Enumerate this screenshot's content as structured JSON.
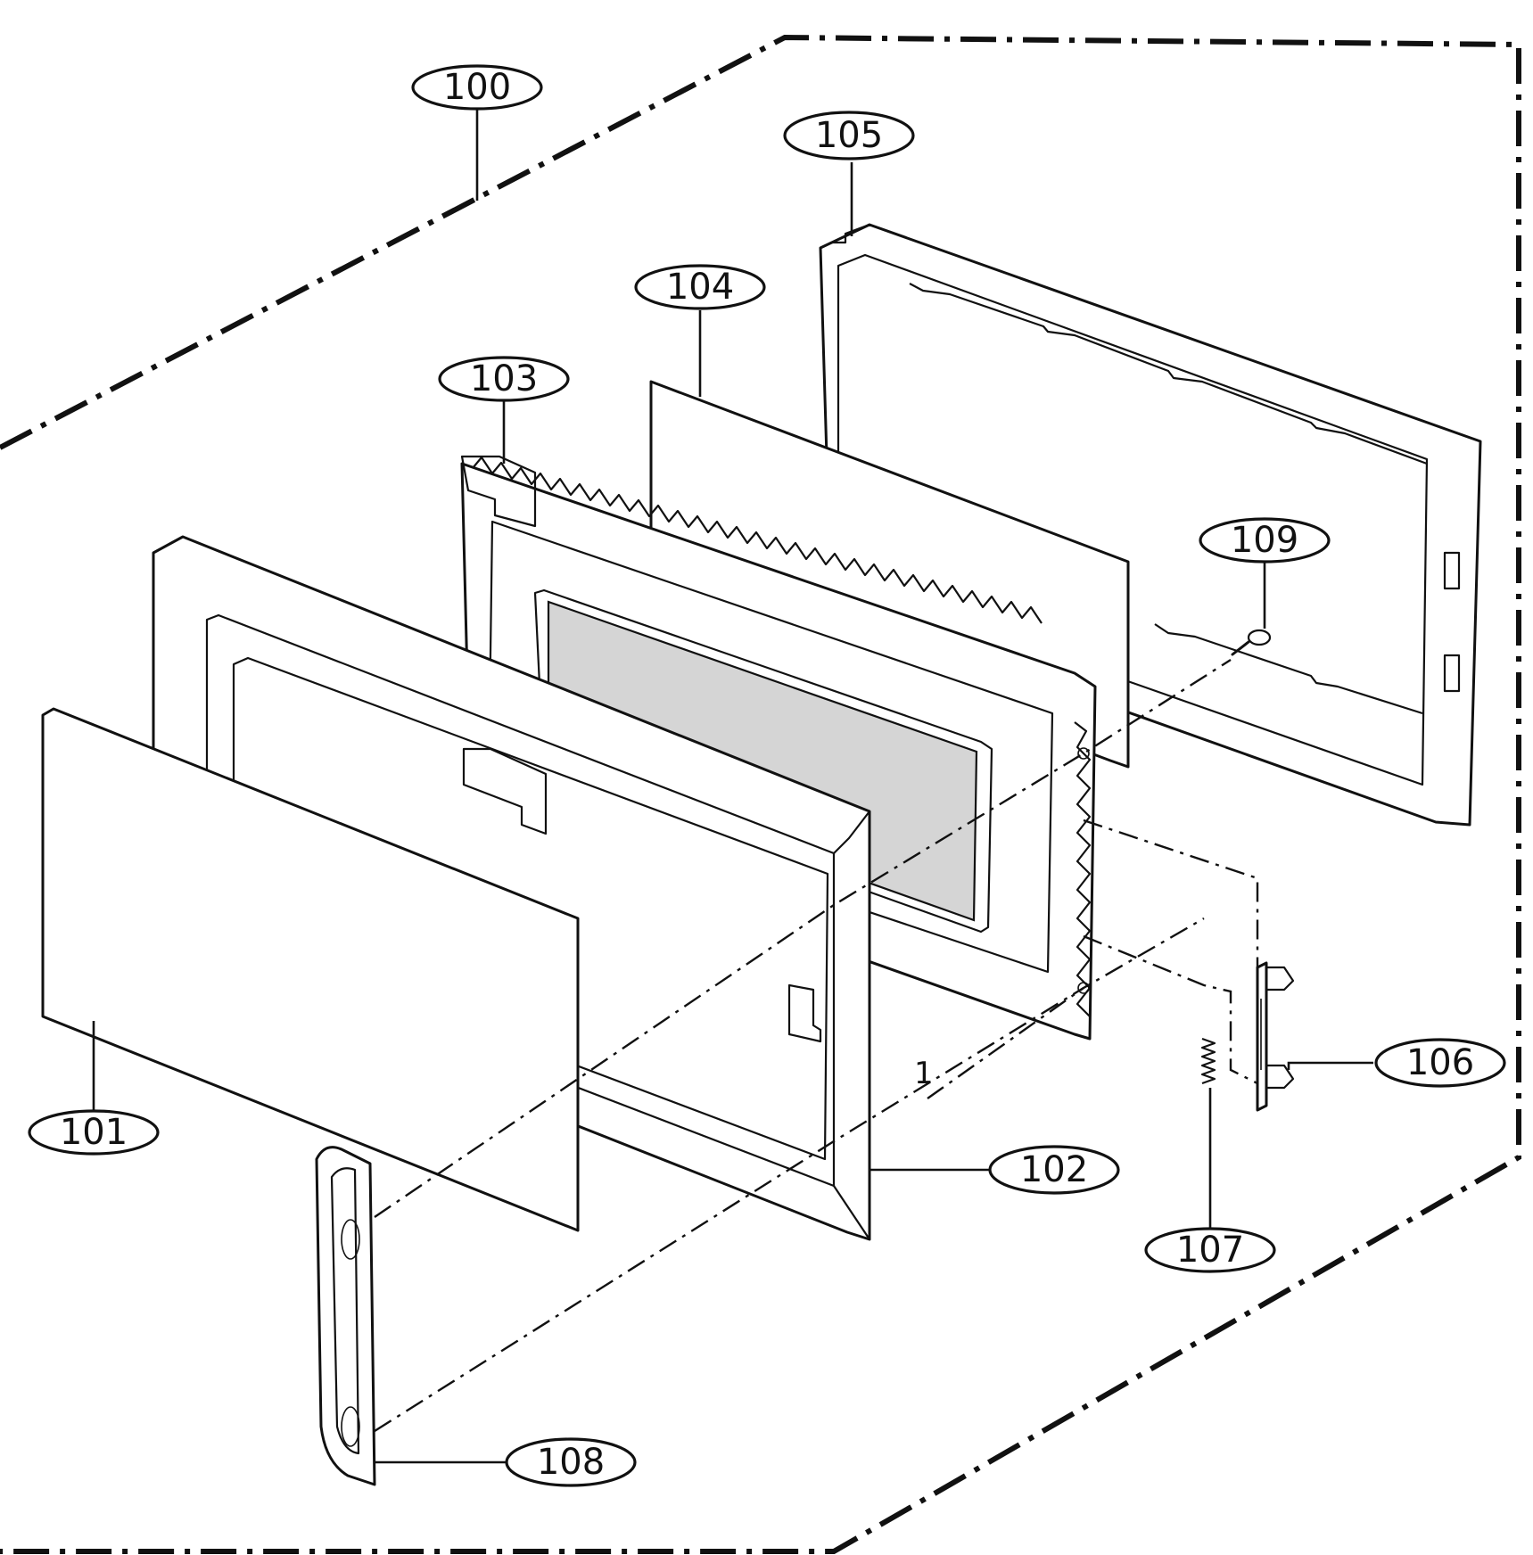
{
  "callouts": {
    "c100": "100",
    "c101": "101",
    "c102": "102",
    "c103": "103",
    "c104": "104",
    "c105": "105",
    "c106": "106",
    "c107": "107",
    "c108": "108",
    "c109": "109"
  },
  "marks": {
    "index_mark": "1"
  }
}
